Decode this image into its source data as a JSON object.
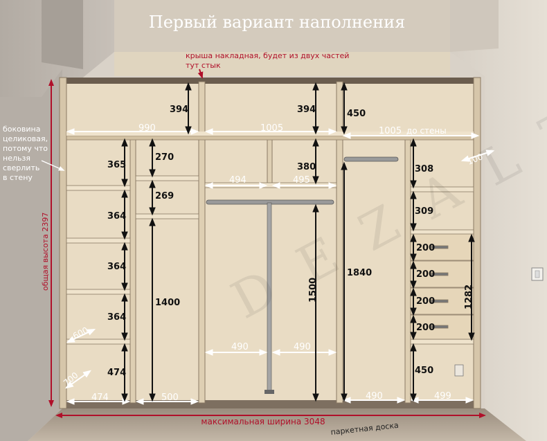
{
  "title": "Первый вариант наполнения",
  "notes": {
    "roof_line1": "крыша накладная, будет из двух частей",
    "roof_line2": "тут стык",
    "side_line1": "боковина",
    "side_line2": "целиковая,",
    "side_line3": "потому что",
    "side_line4": "нельзя",
    "side_line5": "сверлить",
    "side_line6": "в стену",
    "total_height": "общая высота 2397",
    "max_width": "максимальная ширина 3048",
    "floor": "паркетная доска",
    "to_wall_suffix": "до стены"
  },
  "watermark": "D E Z A L T",
  "dimensions": {
    "w990": "990",
    "w1005a": "1005",
    "w1005b": "1005",
    "h394a": "394",
    "h394b": "394",
    "h450top": "450",
    "h365": "365",
    "h364a": "364",
    "h364b": "364",
    "h364c": "364",
    "h474": "474",
    "d600": "600",
    "d700": "700",
    "w474": "474",
    "h270": "270",
    "h269": "269",
    "h1400": "1400",
    "w500": "500",
    "w494": "494",
    "w495": "495",
    "h380": "380",
    "h1500": "1500",
    "w490a": "490",
    "w490b": "490",
    "h1840": "1840",
    "w490c": "490",
    "h308": "308",
    "h309": "309",
    "d100": "100",
    "h200a": "200",
    "h200b": "200",
    "h200c": "200",
    "h200d": "200",
    "h1282": "1282",
    "h450bot": "450",
    "w499": "499"
  }
}
